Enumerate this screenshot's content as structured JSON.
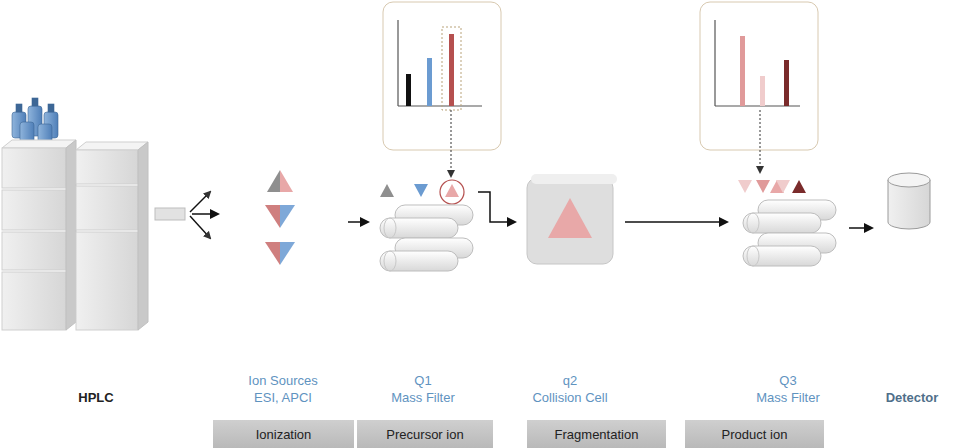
{
  "diagram": {
    "nodes": [
      {
        "text": [
          "HPLC"
        ]
      },
      {
        "text": [
          "Ion Sources",
          "ESI, APCI"
        ]
      },
      {
        "text": [
          "Q1",
          "Mass Filter"
        ]
      },
      {
        "text": [
          "q2",
          "Collision Cell"
        ]
      },
      {
        "text": [
          "Q3",
          "Mass Filter"
        ]
      },
      {
        "text": [
          "Detector"
        ]
      },
      {
        "text": [
          "Ionization"
        ]
      },
      {
        "text": [
          "Precursor ion"
        ]
      },
      {
        "text": [
          "Fragmentation"
        ]
      },
      {
        "text": [
          "Product ion"
        ]
      }
    ],
    "edges": [
      {
        "from": 0,
        "to": 1,
        "arrow": "to"
      },
      {
        "from": 1,
        "to": 2,
        "arrow": "to"
      },
      {
        "from": 2,
        "to": 3,
        "arrow": "to"
      },
      {
        "from": 3,
        "to": 4,
        "arrow": "to"
      },
      {
        "from": 4,
        "to": 5,
        "arrow": "to"
      }
    ]
  }
}
